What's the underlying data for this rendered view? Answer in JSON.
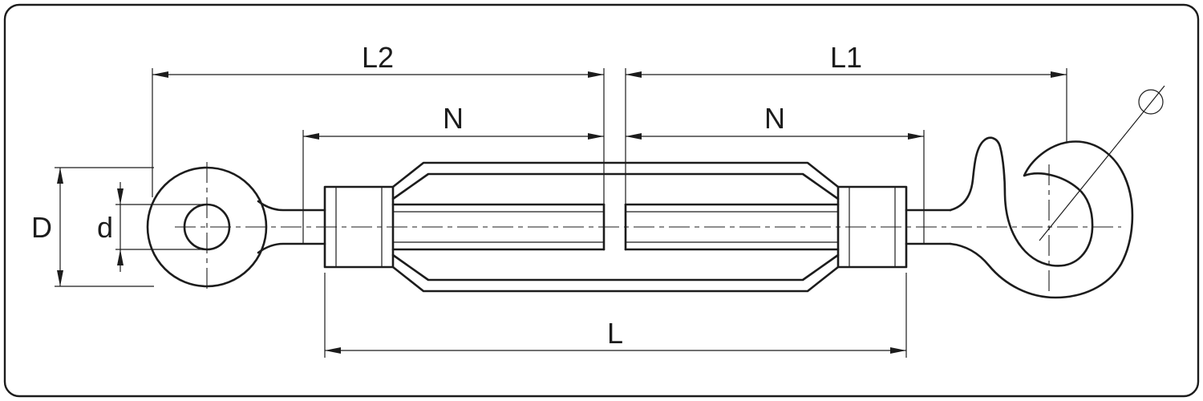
{
  "drawing": {
    "background": "#ffffff",
    "line_color": "#1c1c1c",
    "labels": {
      "l2": "L2",
      "n_left": "N",
      "l1": "L1",
      "n_right": "N",
      "d_outer": "D",
      "d_inner": "d",
      "l_total": "L",
      "diameter_symbol": "Ø"
    }
  }
}
